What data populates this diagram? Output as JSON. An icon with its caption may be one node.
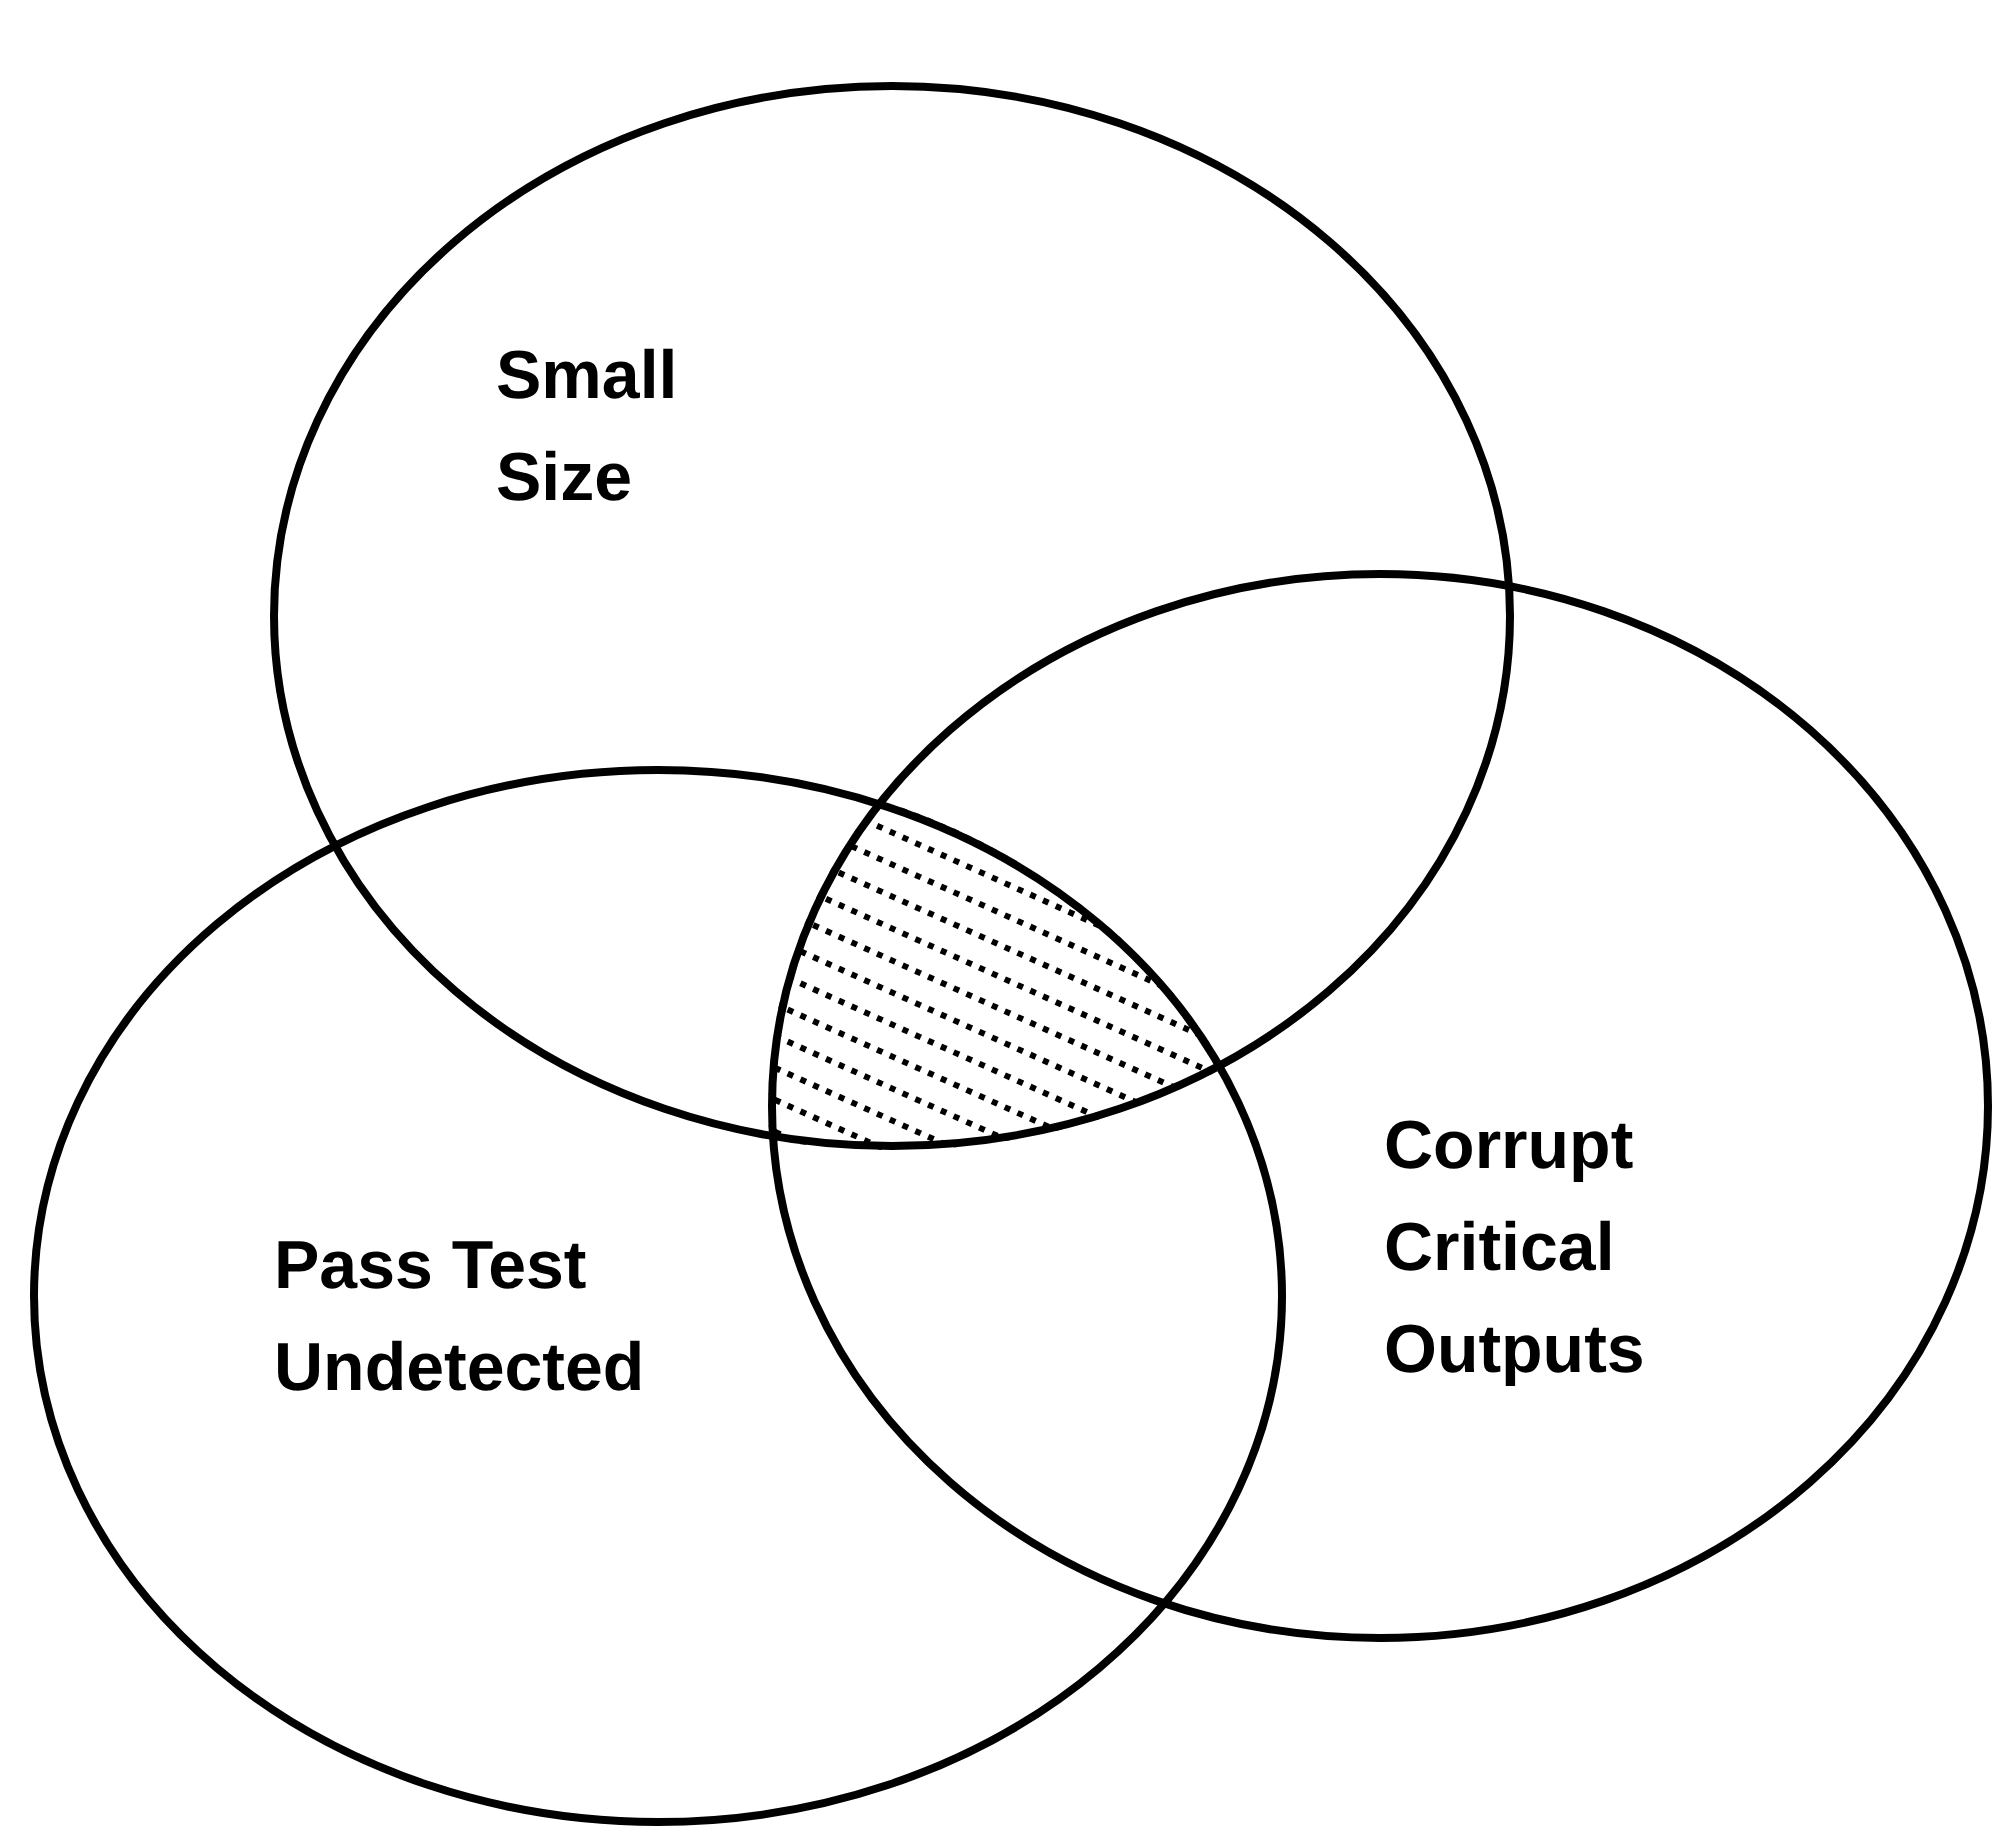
{
  "diagram": {
    "nodes": [
      {
        "text": [
          "Small Size"
        ]
      },
      {
        "text": [
          "Pass Test Undetected"
        ]
      },
      {
        "text": [
          "Corrupt Critical Outputs"
        ]
      }
    ]
  }
}
